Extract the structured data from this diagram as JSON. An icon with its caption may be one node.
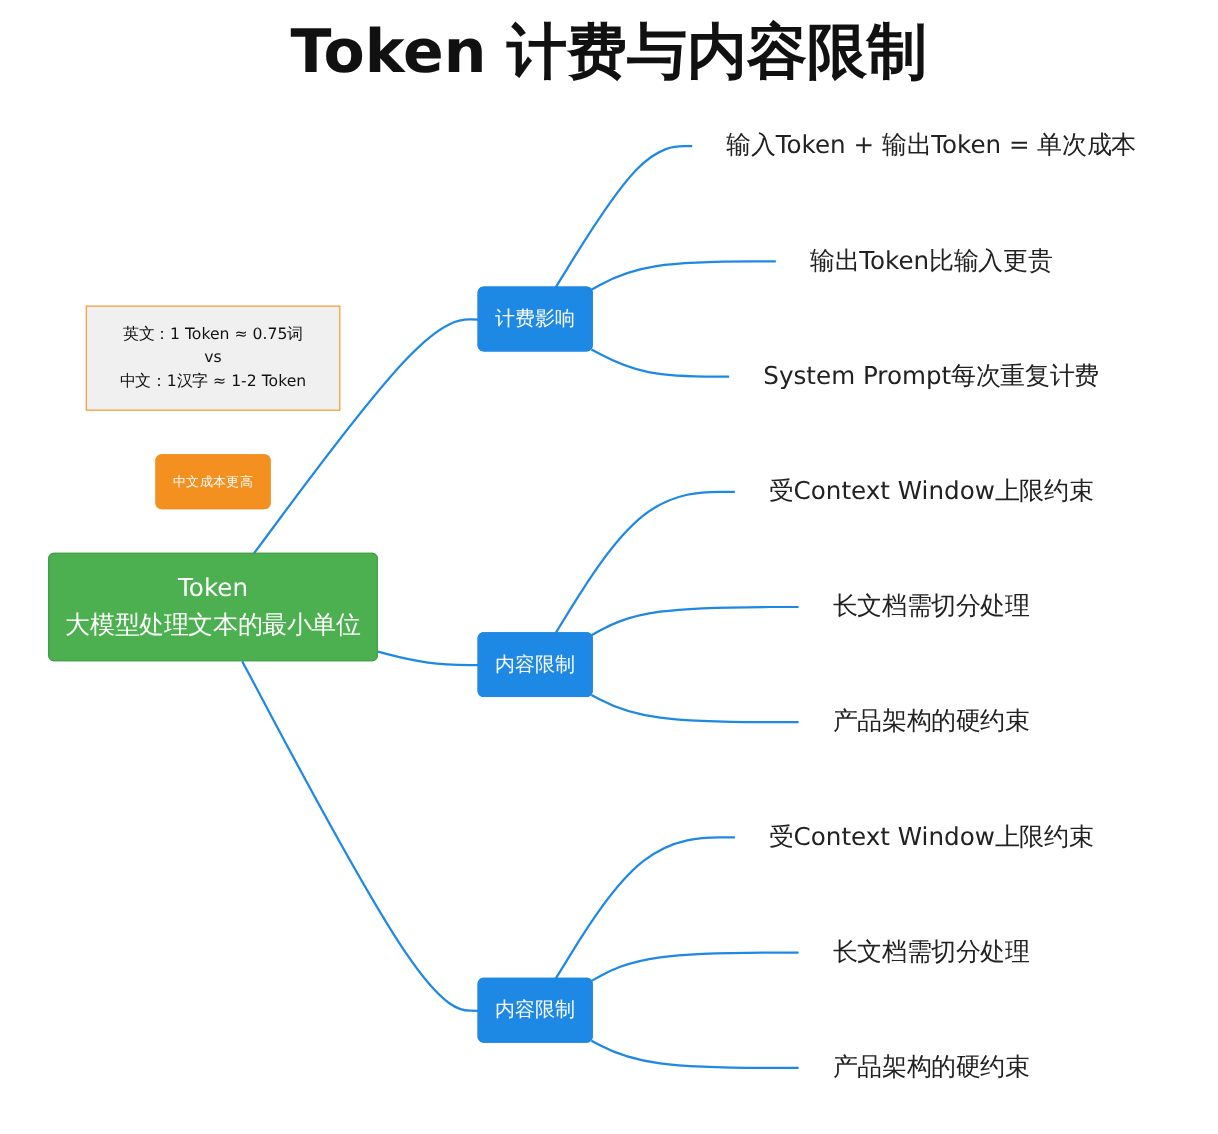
{
  "diagram": {
    "title": "Token 计费与内容限制",
    "nodes": [
      {
        "text": [
          "计费影响"
        ]
      },
      {
        "text": [
          "输入Token + 输出Token = 单次成本"
        ]
      },
      {
        "text": [
          "输出Token比输入更贵"
        ]
      },
      {
        "text": [
          "System Prompt每次重复计费"
        ]
      },
      {
        "text": [
          "内容限制"
        ]
      },
      {
        "text": [
          "受Context Window上限约束"
        ]
      },
      {
        "text": [
          "长文档需切分处理"
        ]
      },
      {
        "text": [
          "产品架构的硬约束"
        ]
      },
      {
        "text": [
          "Token",
          "大模型处理文本的最小单位"
        ]
      },
      {
        "text": [
          "内容限制"
        ]
      },
      {
        "text": [
          "受Context Window上限约束"
        ]
      },
      {
        "text": [
          "长文档需切分处理"
        ]
      },
      {
        "text": [
          "产品架构的硬约束"
        ]
      },
      {
        "text": [
          "英文：1 Token ≈ 0.75词",
          "vs",
          "中文：1汉字 ≈ 1-2 Token"
        ]
      },
      {
        "text": [
          "中文成本更高"
        ]
      }
    ],
    "edges": [
      {
        "from": 8,
        "to": 0,
        "arrow": "none"
      },
      {
        "from": 8,
        "to": 4,
        "arrow": "none"
      },
      {
        "from": 8,
        "to": 9,
        "arrow": "none"
      },
      {
        "from": 0,
        "to": 1,
        "arrow": "none"
      },
      {
        "from": 0,
        "to": 2,
        "arrow": "none"
      },
      {
        "from": 0,
        "to": 3,
        "arrow": "none"
      },
      {
        "from": 4,
        "to": 5,
        "arrow": "none"
      },
      {
        "from": 4,
        "to": 6,
        "arrow": "none"
      },
      {
        "from": 4,
        "to": 7,
        "arrow": "none"
      },
      {
        "from": 9,
        "to": 10,
        "arrow": "none"
      },
      {
        "from": 9,
        "to": 11,
        "arrow": "none"
      },
      {
        "from": 9,
        "to": 12,
        "arrow": "none"
      }
    ]
  }
}
